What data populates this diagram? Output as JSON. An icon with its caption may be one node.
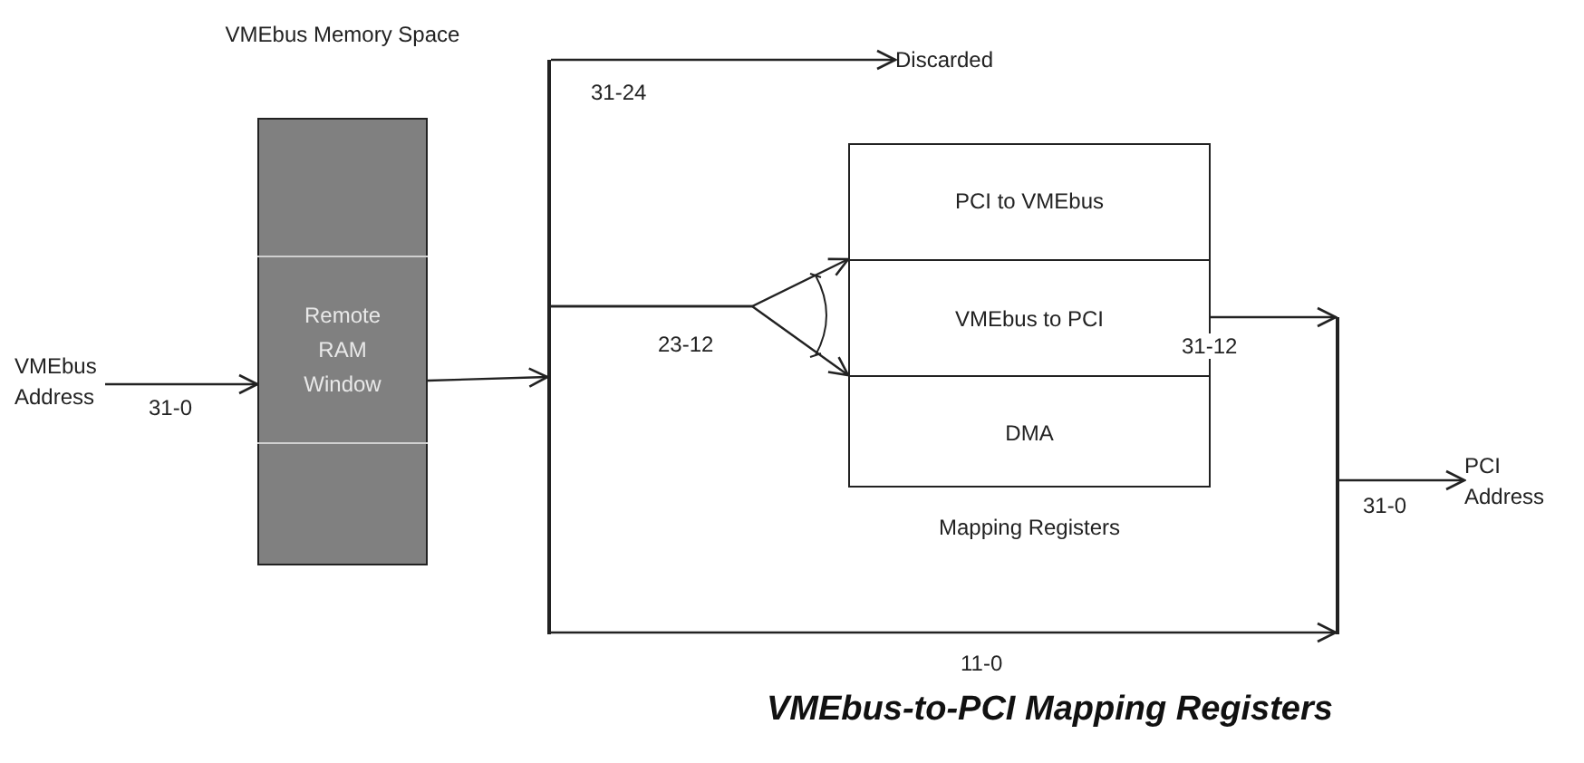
{
  "diagram": {
    "caption": "VMEbus-to-PCI Mapping Registers",
    "nodes": [
      {
        "text": [
          "VMEbus Address"
        ]
      },
      {
        "text": [
          "VMEbus Memory Space"
        ]
      },
      {
        "text": [
          "Remote RAM Window"
        ],
        "in": 1
      },
      {
        "text": [],
        "shape": "bar"
      },
      {
        "text": [
          "Discarded"
        ]
      },
      {
        "text": [
          "Mapping Registers"
        ]
      },
      {
        "text": [
          "PCI to VMEbus"
        ],
        "in": 5
      },
      {
        "text": [
          "VMEbus to PCI"
        ],
        "in": 5
      },
      {
        "text": [
          "DMA"
        ],
        "in": 5
      },
      {
        "text": [],
        "shape": "bar"
      },
      {
        "text": [
          "PCI Address"
        ]
      }
    ],
    "edges": [
      {
        "from": 0,
        "to": 1,
        "arrow": "to",
        "label": "31-0"
      },
      {
        "from": 2,
        "to": 3,
        "arrow": "to"
      },
      {
        "from": 3,
        "to": 4,
        "arrow": "to",
        "label": "31-24"
      },
      {
        "from": 3,
        "to": 7,
        "arrow": "to",
        "label": "23-12"
      },
      {
        "from": 3,
        "to": 7,
        "arrow": "to"
      },
      {
        "from": 7,
        "to": 9,
        "arrow": "to",
        "label": "31-12"
      },
      {
        "from": 3,
        "to": 9,
        "arrow": "to",
        "label": "11-0"
      },
      {
        "from": 9,
        "to": 10,
        "arrow": "to",
        "label": "31-0"
      }
    ]
  }
}
